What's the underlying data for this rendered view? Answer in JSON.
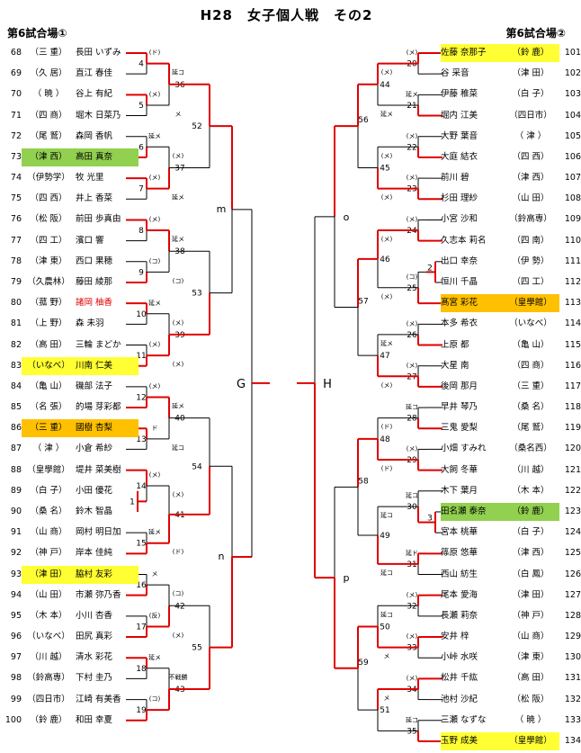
{
  "title": "H28　女子個人戦　その2",
  "left_label": "第6試合場①",
  "right_label": "第6試合場②",
  "left_players": [
    {
      "no": "68",
      "pref": "（三 重）",
      "name": "長田 いずみ",
      "hl": ""
    },
    {
      "no": "69",
      "pref": "（久 居）",
      "name": "直江 春佳",
      "hl": ""
    },
    {
      "no": "70",
      "pref": "（ 暁 ）",
      "name": "谷上 有紀",
      "hl": ""
    },
    {
      "no": "71",
      "pref": "（四 商）",
      "name": "堀木 日菜乃",
      "hl": ""
    },
    {
      "no": "72",
      "pref": "（尾 鷲）",
      "name": "森岡 香帆",
      "hl": ""
    },
    {
      "no": "73",
      "pref": "（津 西）",
      "name": "高田 真奈",
      "hl": "green"
    },
    {
      "no": "74",
      "pref": "（伊勢学）",
      "name": "牧 光里",
      "hl": ""
    },
    {
      "no": "75",
      "pref": "（四 西）",
      "name": "井上 香菜",
      "hl": ""
    },
    {
      "no": "76",
      "pref": "（松 阪）",
      "name": "前田 歩真由",
      "hl": ""
    },
    {
      "no": "77",
      "pref": "（四 工）",
      "name": "濱口 響",
      "hl": ""
    },
    {
      "no": "78",
      "pref": "（津 東）",
      "name": "西口 果穂",
      "hl": ""
    },
    {
      "no": "79",
      "pref": "（久農林）",
      "name": "藤田 綾那",
      "hl": ""
    },
    {
      "no": "80",
      "pref": "（菰 野）",
      "name": "諸岡 柚香",
      "hl": "red"
    },
    {
      "no": "81",
      "pref": "（上 野）",
      "name": "森 未羽",
      "hl": ""
    },
    {
      "no": "82",
      "pref": "（高 田）",
      "name": "三輪 まどか",
      "hl": ""
    },
    {
      "no": "83",
      "pref": "（いなべ）",
      "name": "川南 仁美",
      "hl": "yellow"
    },
    {
      "no": "84",
      "pref": "（亀 山）",
      "name": "磯部 法子",
      "hl": ""
    },
    {
      "no": "85",
      "pref": "（名 張）",
      "name": "的場 芽彩都",
      "hl": ""
    },
    {
      "no": "86",
      "pref": "（三 重）",
      "name": "國樹 杏梨",
      "hl": "orange"
    },
    {
      "no": "87",
      "pref": "（ 津 ）",
      "name": "小倉 希紗",
      "hl": ""
    },
    {
      "no": "88",
      "pref": "（皇學館）",
      "name": "堤井 菜美樹",
      "hl": ""
    },
    {
      "no": "89",
      "pref": "（白 子）",
      "name": "小田 優花",
      "hl": ""
    },
    {
      "no": "90",
      "pref": "（桑 名）",
      "name": "鈴木 智晶",
      "hl": ""
    },
    {
      "no": "91",
      "pref": "（山 商）",
      "name": "岡村 明日加",
      "hl": ""
    },
    {
      "no": "92",
      "pref": "（神 戸）",
      "name": "岸本 佳純",
      "hl": ""
    },
    {
      "no": "93",
      "pref": "（津 田）",
      "name": "脇村 友彩",
      "hl": "yellow"
    },
    {
      "no": "94",
      "pref": "（山 田）",
      "name": "市瀬 弥乃香",
      "hl": ""
    },
    {
      "no": "95",
      "pref": "（木 本）",
      "name": "小川 杏香",
      "hl": ""
    },
    {
      "no": "96",
      "pref": "（いなべ）",
      "name": "田尻 真彩",
      "hl": ""
    },
    {
      "no": "97",
      "pref": "（川 越）",
      "name": "清水 彩花",
      "hl": ""
    },
    {
      "no": "98",
      "pref": "（鈴高専）",
      "name": "下村 圭乃",
      "hl": ""
    },
    {
      "no": "99",
      "pref": "（四日市）",
      "name": "江崎 有美香",
      "hl": ""
    },
    {
      "no": "100",
      "pref": "（鈴 鹿）",
      "name": "和田 幸夏",
      "hl": ""
    }
  ],
  "right_players": [
    {
      "no": "101",
      "name": "佐藤 奈那子",
      "pref": "（鈴 鹿）",
      "hl": "yellow"
    },
    {
      "no": "102",
      "name": "谷 采音",
      "pref": "（津 田）",
      "hl": ""
    },
    {
      "no": "103",
      "name": "伊藤 稚菜",
      "pref": "（白 子）",
      "hl": ""
    },
    {
      "no": "104",
      "name": "堀内 江美",
      "pref": "（四日市）",
      "hl": ""
    },
    {
      "no": "105",
      "name": "大野 葉音",
      "pref": "（ 津 ）",
      "hl": ""
    },
    {
      "no": "106",
      "name": "大庭 結衣",
      "pref": "（四 西）",
      "hl": ""
    },
    {
      "no": "107",
      "name": "前川 碧",
      "pref": "（津 西）",
      "hl": ""
    },
    {
      "no": "108",
      "name": "杉田 理紗",
      "pref": "（山 田）",
      "hl": ""
    },
    {
      "no": "109",
      "name": "小宮 沙和",
      "pref": "（鈴高専）",
      "hl": ""
    },
    {
      "no": "110",
      "name": "久志本 莉名",
      "pref": "（四 南）",
      "hl": ""
    },
    {
      "no": "111",
      "name": "出口 幸奈",
      "pref": "（伊 勢）",
      "hl": ""
    },
    {
      "no": "112",
      "name": "恒川 千晶",
      "pref": "（四 工）",
      "hl": ""
    },
    {
      "no": "113",
      "name": "髙宮 彩花",
      "pref": "（皇學館）",
      "hl": "orange"
    },
    {
      "no": "114",
      "name": "本多 希衣",
      "pref": "（いなべ）",
      "hl": ""
    },
    {
      "no": "115",
      "name": "上原 都",
      "pref": "（亀 山）",
      "hl": ""
    },
    {
      "no": "116",
      "name": "大星 南",
      "pref": "（四 商）",
      "hl": ""
    },
    {
      "no": "117",
      "name": "後岡 那月",
      "pref": "（三 重）",
      "hl": ""
    },
    {
      "no": "118",
      "name": "早井 琴乃",
      "pref": "（桑 名）",
      "hl": ""
    },
    {
      "no": "119",
      "name": "三鬼 愛梨",
      "pref": "（尾 鷲）",
      "hl": ""
    },
    {
      "no": "120",
      "name": "小畑 すみれ",
      "pref": "（桑名西）",
      "hl": ""
    },
    {
      "no": "121",
      "name": "大飼 冬華",
      "pref": "（川 越）",
      "hl": ""
    },
    {
      "no": "122",
      "name": "木下 葉月",
      "pref": "（木 本）",
      "hl": ""
    },
    {
      "no": "123",
      "name": "田名瀬 泰奈",
      "pref": "（鈴 鹿）",
      "hl": "green"
    },
    {
      "no": "124",
      "name": "宮本 桃華",
      "pref": "（白 子）",
      "hl": ""
    },
    {
      "no": "125",
      "name": "篠原 悠華",
      "pref": "（津 西）",
      "hl": ""
    },
    {
      "no": "126",
      "name": "西山 紡生",
      "pref": "（白 鳳）",
      "hl": ""
    },
    {
      "no": "127",
      "name": "尾本 愛海",
      "pref": "（津 田）",
      "hl": ""
    },
    {
      "no": "128",
      "name": "長瀬 莉奈",
      "pref": "（神 戸）",
      "hl": ""
    },
    {
      "no": "129",
      "name": "安井 梓",
      "pref": "（山 商）",
      "hl": ""
    },
    {
      "no": "130",
      "name": "小峠 水咲",
      "pref": "（津 東）",
      "hl": ""
    },
    {
      "no": "131",
      "name": "松井 千紘",
      "pref": "（高 田）",
      "hl": ""
    },
    {
      "no": "132",
      "name": "池村 沙紀",
      "pref": "（松 阪）",
      "hl": ""
    },
    {
      "no": "133",
      "name": "三瀬 なずな",
      "pref": "（ 暁 ）",
      "hl": ""
    },
    {
      "no": "134",
      "name": "玉野 成美",
      "pref": "（皇學館）",
      "hl": "yellow"
    }
  ],
  "match_labels": {
    "left_r1": [
      "4",
      "5",
      "6",
      "7",
      "8",
      "9",
      "10",
      "11",
      "12",
      "13",
      "14",
      "15",
      "16",
      "17",
      "18",
      "19"
    ],
    "left_pre": [
      "1"
    ],
    "left_r2": [
      "36",
      "37",
      "38",
      "39",
      "40",
      "41",
      "42",
      "43"
    ],
    "left_r3": [
      "52",
      "53",
      "54",
      "55"
    ],
    "left_r4": [
      "m",
      "n"
    ],
    "left_final": "G",
    "right_r1": [
      "20",
      "21",
      "22",
      "23",
      "24",
      "25",
      "26",
      "27",
      "28",
      "29",
      "30",
      "31",
      "32",
      "33",
      "34",
      "35"
    ],
    "right_pre": [
      "2",
      "3"
    ],
    "right_r2": [
      "44",
      "45",
      "46",
      "47",
      "48",
      "49",
      "50",
      "51"
    ],
    "right_r3": [
      "56",
      "57",
      "58",
      "59"
    ],
    "right_r4": [
      "o",
      "p"
    ],
    "right_final": "H"
  },
  "waza_marks": {
    "left": [
      "(ド)",
      "(メ)",
      "延メ",
      "(メ)",
      "(メ)",
      "(コ)",
      "延メ",
      "(メ)",
      "(メ)",
      "ド",
      "(メ)",
      "延メ",
      "メ",
      "(反)",
      "延メ",
      "(コ)",
      "延コ",
      "メ",
      "(メ)",
      "延メ",
      "延メ",
      "(コ)",
      "(メ)",
      "(メ)",
      "延メ",
      "延コ",
      "(メ)",
      "(ド)",
      "(コ)",
      "(メ)",
      "不戦勝"
    ],
    "right": [
      "(メ)",
      "延メ",
      "(メ)",
      "(メ)",
      "(メ)",
      "(コ)",
      "(メ)",
      "(メ)",
      "延コ",
      "(メ)",
      "延コ",
      "延ド",
      "(メ)",
      "(メ)",
      "(メ)",
      "延コ",
      "(メ)",
      "延メ",
      "(メ)",
      "(メ)",
      "(メ)",
      "(メ)",
      "延メ",
      "(メ)",
      "(ド)",
      "(ド)",
      "延コ",
      "延コ",
      "延コ",
      "メ",
      "メ"
    ]
  }
}
